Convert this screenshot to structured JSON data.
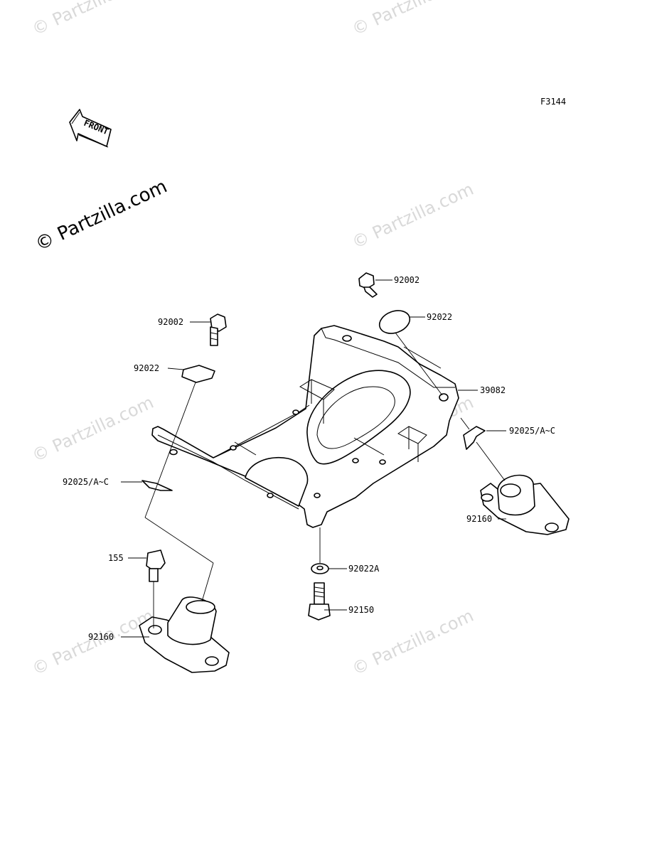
{
  "figure_code": "F3144",
  "front_arrow_text": "FRONT",
  "watermark_main": "© Partzilla.com",
  "watermark_faint": "© Partzilla.com",
  "callouts": {
    "bolt_top_right": "92002",
    "washer_top_right": "92022",
    "bolt_top_left": "92002",
    "washer_top_left": "92022",
    "bracket": "39082",
    "clip_right": "92025/A~C",
    "clip_left": "92025/A~C",
    "mount_right": "92160",
    "stud": "155",
    "washer_bottom": "92022A",
    "bolt_bottom": "92150",
    "mount_left": "92160"
  },
  "colors": {
    "line": "#000000",
    "watermark": "#d9d9d9",
    "background": "#ffffff"
  }
}
